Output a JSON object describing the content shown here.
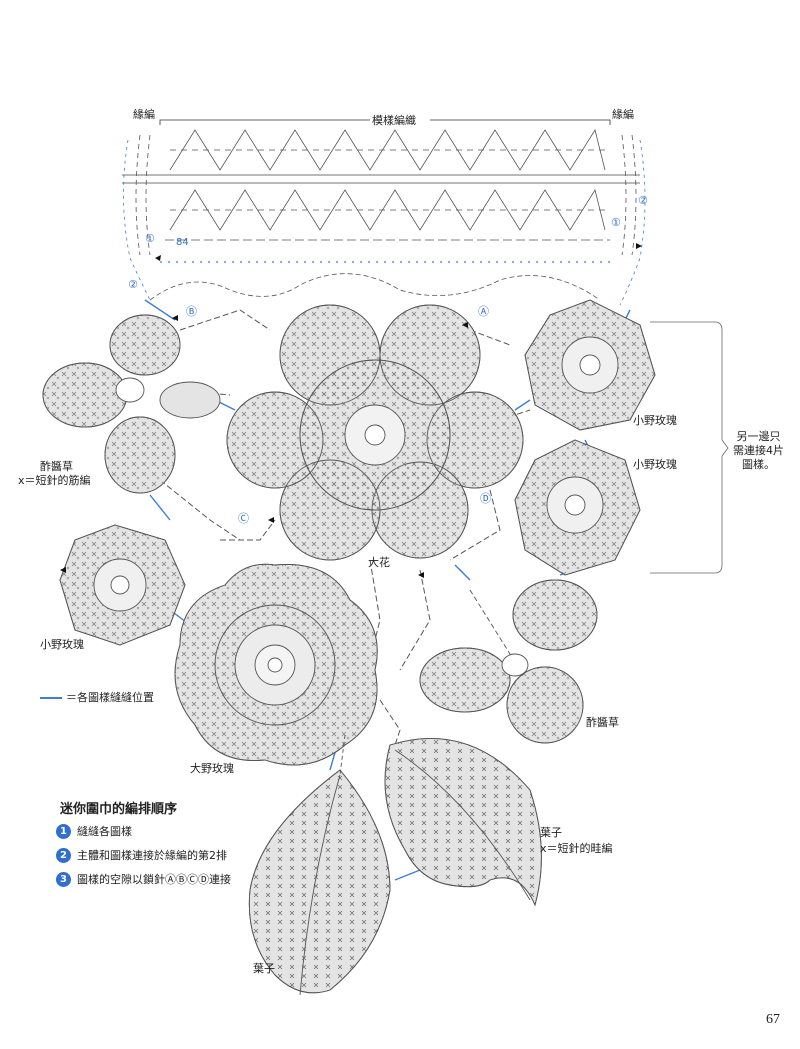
{
  "header": {
    "edge_left": "緣編",
    "pattern": "模樣編織",
    "edge_right": "緣編"
  },
  "markers": {
    "row1_left": "①",
    "row1_right": "①",
    "row2_left": "②",
    "row2_right": "②",
    "count": "84",
    "a": "Ⓐ",
    "b": "Ⓑ",
    "c": "Ⓒ",
    "d": "Ⓓ"
  },
  "motifs": {
    "clover_left": "酢醬草",
    "clover_left_note": "ⅹ＝短針的筋編",
    "big_flower": "大花",
    "rose_right_1": "小野玫瑰",
    "rose_right_2": "小野玫瑰",
    "rose_left": "小野玫瑰",
    "big_rose": "大野玫瑰",
    "clover_right": "酢醬草",
    "leaf_right": "葉子",
    "leaf_right_note": "ⅹ＝短針的畦編",
    "leaf_left": "葉子"
  },
  "side_note": {
    "line1": "另一邊只",
    "line2": "需連接4片",
    "line3": "圖樣。"
  },
  "legend": {
    "seam": "＝各圖樣縫縫位置"
  },
  "instructions": {
    "title": "迷你圍巾的編排順序",
    "steps": [
      {
        "num": "1",
        "text": "縫縫各圖樣"
      },
      {
        "num": "2",
        "text": "主體和圖樣連接於緣編的第2排"
      },
      {
        "num": "3",
        "text": "圖樣的空隙以鎖針ⒶⒷⒸⒹ連接"
      }
    ]
  },
  "page_number": "67",
  "colors": {
    "motif_fill": "#e4e4e4",
    "stitch_line": "#555555",
    "accent_blue": "#3a7fd5"
  }
}
